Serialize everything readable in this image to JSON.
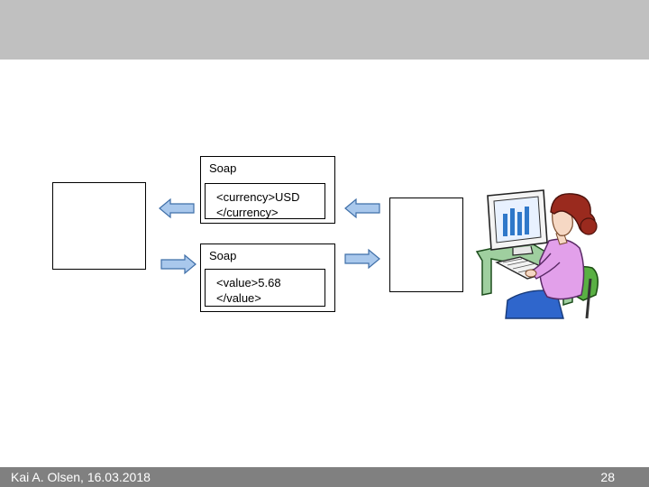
{
  "slide": {
    "request_message": {
      "title": "Soap",
      "payload_line1": "<currency>USD",
      "payload_line2": "</currency>"
    },
    "response_message": {
      "title": "Soap",
      "payload_line1": "<value>5.68",
      "payload_line2": "</value>"
    },
    "footer": {
      "author_date": "Kai A. Olsen, 16.03.2018",
      "page_number": "28"
    }
  },
  "colors": {
    "header_bar": "#c0c0c0",
    "footer_bar": "#808080",
    "arrow_fill": "#a9c8ec",
    "arrow_stroke": "#3f6fa8"
  }
}
